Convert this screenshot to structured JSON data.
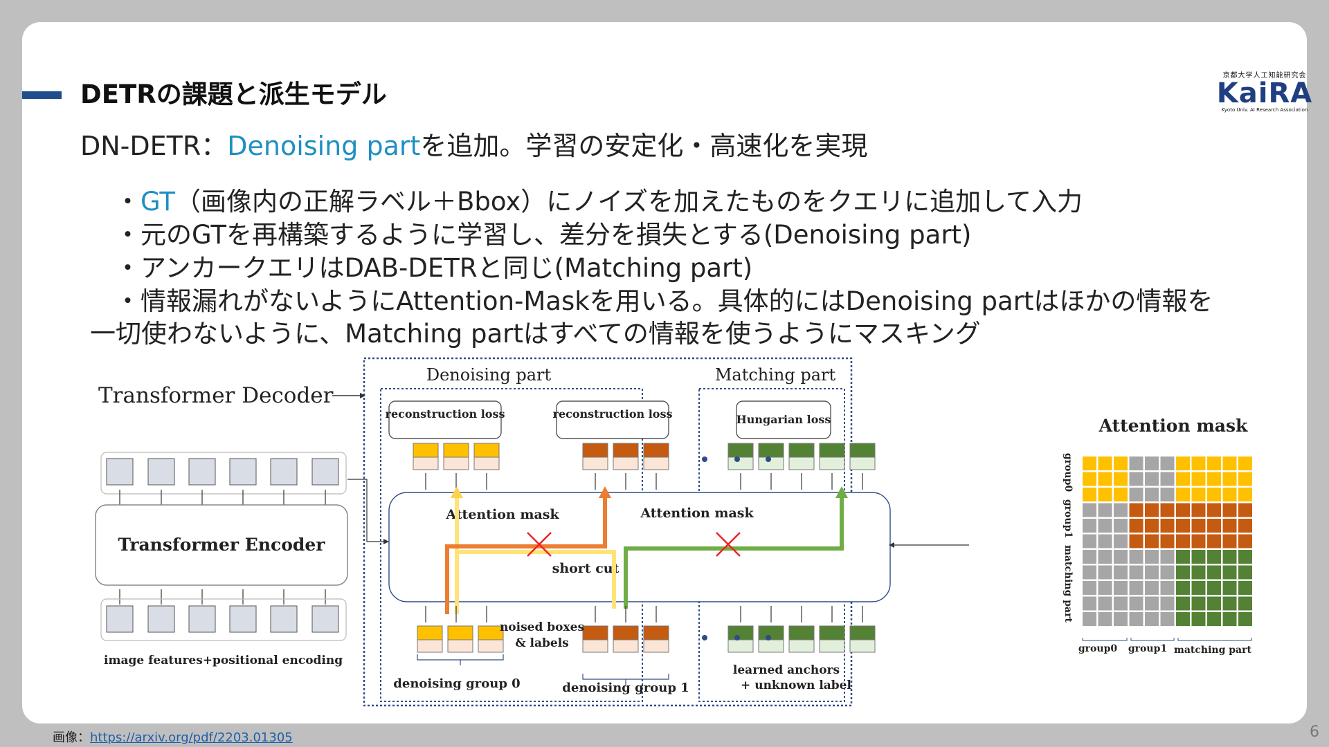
{
  "slide": {
    "title": "DETRの課題と派生モデル",
    "subtitle_prefix": "DN-DETR：",
    "subtitle_accent": "Denoising part",
    "subtitle_suffix": "を追加。学習の安定化・高速化を実現",
    "bullet1_prefix": "・",
    "bullet1_accent": "GT",
    "bullet1_suffix": "（画像内の正解ラベル＋Bbox）にノイズを加えたものをクエリに追加して入力",
    "bullet2": "・元のGTを再構築するように学習し、差分を損失とする(Denoising part)",
    "bullet3": "・アンカークエリはDAB-DETRと同じ(Matching part)",
    "bullet4_line1": "・情報漏れがないようにAttention-Maskを用いる。具体的にはDenoising partはほかの情報を",
    "bullet4_line2": "一切使わないように、Matching partはすべての情報を使うようにマスキング",
    "credit_label": "画像：",
    "credit_link": "https://arxiv.org/pdf/2203.01305",
    "page_number": "6"
  },
  "logo": {
    "subtitle": "京都大学人工知能研究会",
    "wordmark": "KaiRA",
    "english": "Kyoto Univ. AI Research Association"
  },
  "diagram": {
    "transformer_decoder": "Transformer Decoder",
    "transformer_encoder": "Transformer Encoder",
    "image_features": "image features+positional encoding",
    "denoising_part": "Denoising part",
    "matching_part": "Matching part",
    "reconstruction_loss_1": "reconstruction loss",
    "reconstruction_loss_2": "reconstruction loss",
    "hungarian_loss": "Hungarian loss",
    "attention_mask_left": "Attention mask",
    "attention_mask_right": "Attention mask",
    "short_cut": "short cut",
    "noised_boxes_1": "noised boxes",
    "noised_boxes_2": "& labels",
    "denoising_group_0": "denoising group 0",
    "denoising_group_1": "denoising group 1",
    "learned_anchors_1": "learned anchors",
    "learned_anchors_2": "+ unknown label",
    "attention_mask_title": "Attention mask",
    "group0": "group0",
    "group1": "group1",
    "matching_part_label": "matching part",
    "side_group0": "group0",
    "side_group1": "group1",
    "side_matching": "matching part"
  },
  "colors": {
    "yellow": "#ffc000",
    "orange": "#c55a11",
    "green": "#548235",
    "gray": "#a6a6a6",
    "accent_blue": "#1f8fc2"
  }
}
